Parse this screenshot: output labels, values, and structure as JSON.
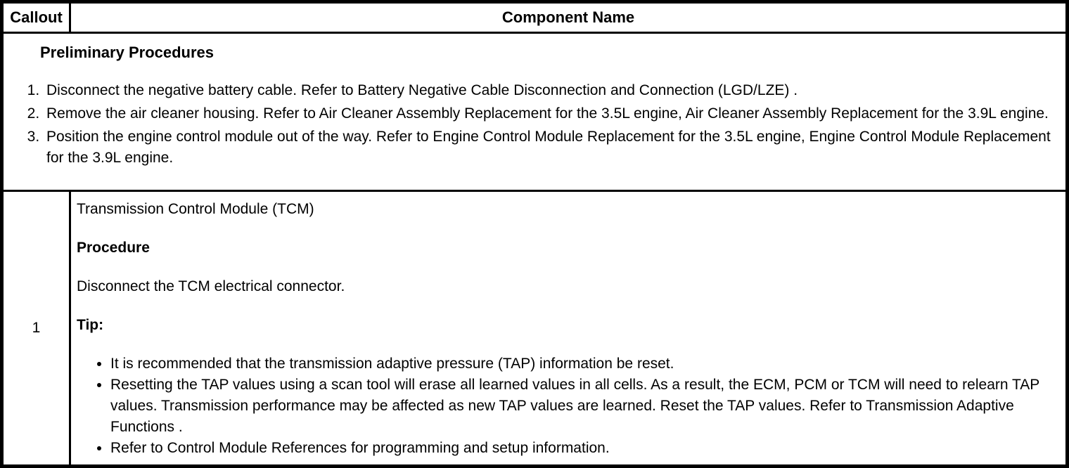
{
  "header": {
    "callout": "Callout",
    "component": "Component Name"
  },
  "preliminary": {
    "title": "Preliminary Procedures",
    "steps": [
      "Disconnect the negative battery cable. Refer to Battery Negative Cable Disconnection and Connection (LGD/LZE) .",
      "Remove the air cleaner housing. Refer to Air Cleaner Assembly Replacement for the 3.5L engine, Air Cleaner Assembly Replacement for the 3.9L engine.",
      "Position the engine control module out of the way. Refer to Engine Control Module Replacement for the 3.5L engine, Engine Control Module Replacement for the 3.9L engine."
    ]
  },
  "row": {
    "callout": "1",
    "component_name": "Transmission Control Module (TCM)",
    "procedure_heading": "Procedure",
    "procedure_step": "Disconnect the TCM electrical connector.",
    "tip_heading": "Tip:",
    "tips": [
      "It is recommended that the transmission adaptive pressure (TAP) information be reset.",
      "Resetting the TAP values using a scan tool will erase all learned values in all cells. As a result, the ECM, PCM or TCM will need to relearn TAP values. Transmission performance may be affected as new TAP values are learned. Reset the TAP values. Refer to Transmission Adaptive Functions .",
      "Refer to Control Module References for programming and setup information."
    ]
  },
  "colors": {
    "text": "#000000",
    "background": "#ffffff",
    "border": "#000000"
  }
}
